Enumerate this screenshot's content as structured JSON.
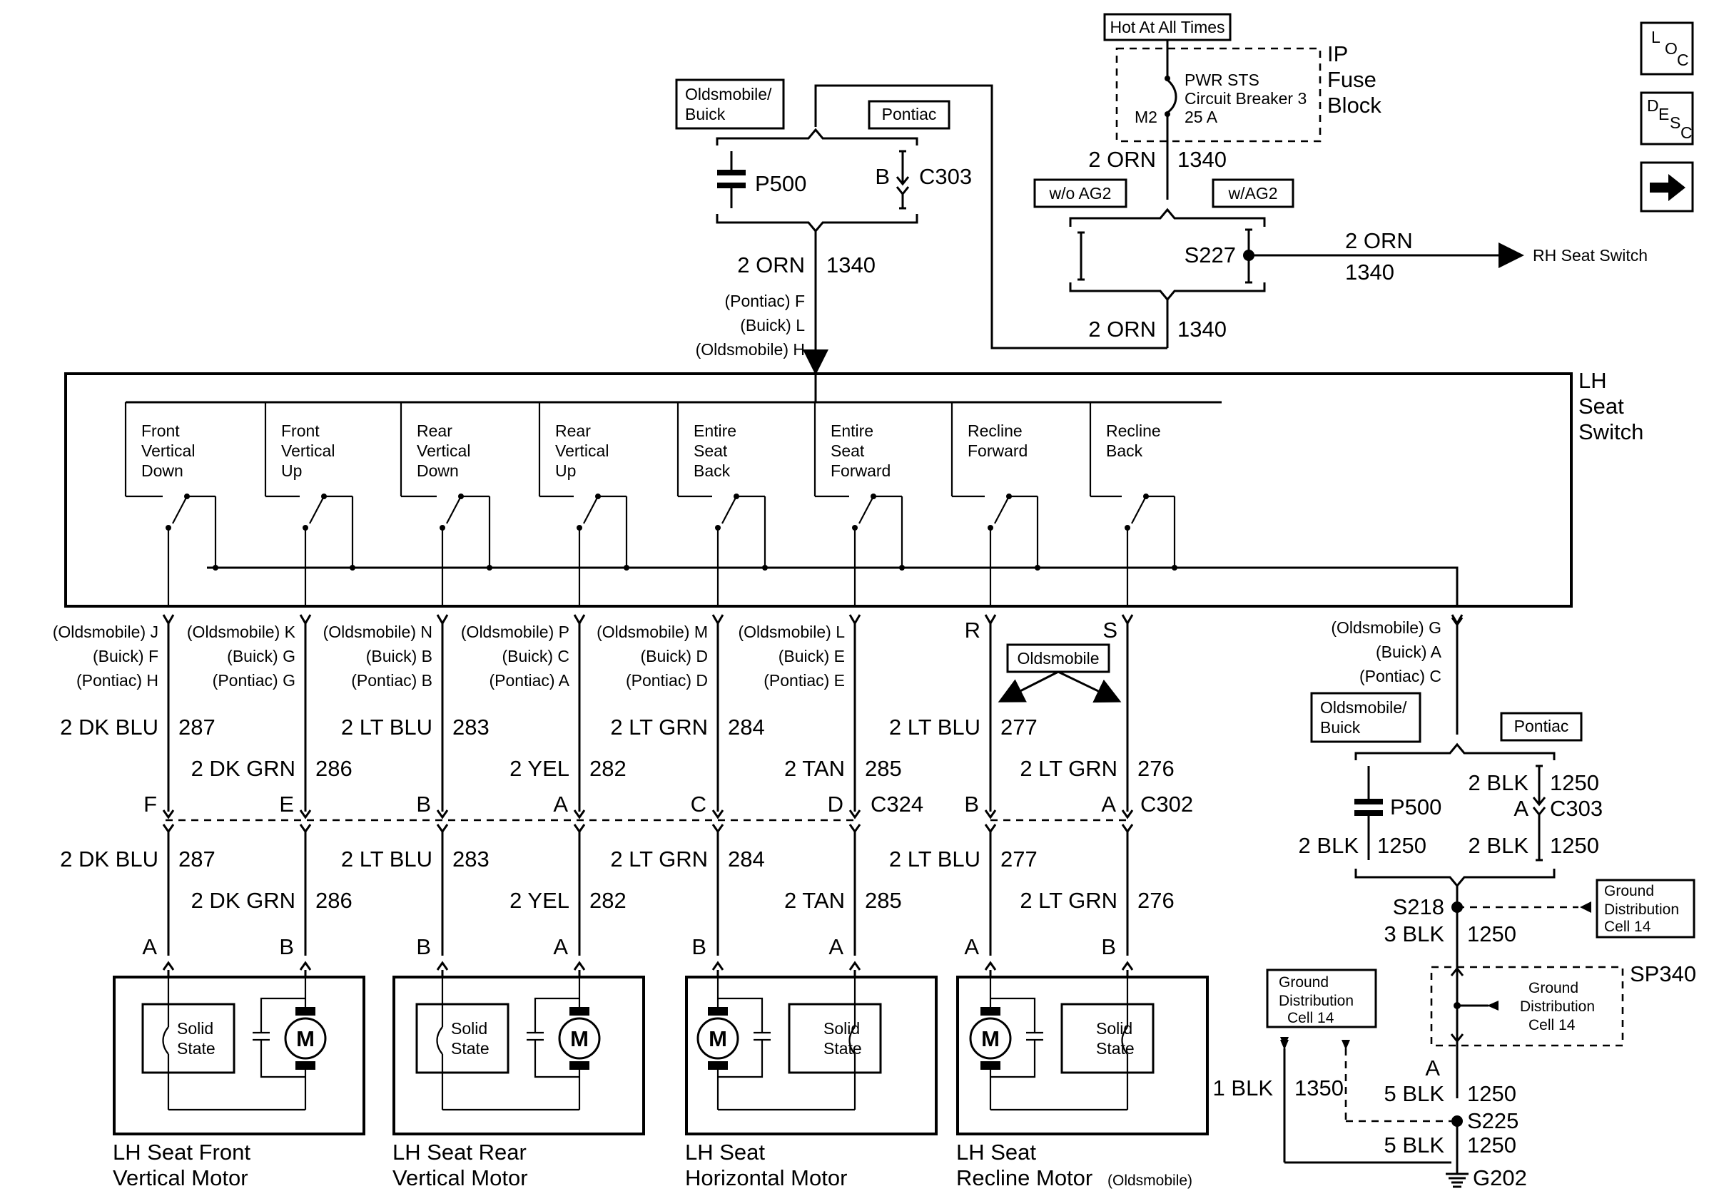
{
  "top": {
    "hot_label": "Hot At All Times",
    "breaker": [
      "PWR STS",
      "Circuit Breaker 3",
      "25 A"
    ],
    "breaker_terminal": "M2",
    "fuse_block": [
      "IP",
      "Fuse",
      "Block"
    ],
    "wire_orn": "2 ORN",
    "circuit_1340": "1340",
    "wo_ag2": "w/o AG2",
    "w_ag2": "w/AG2",
    "splice_s227": "S227",
    "rh_seat_switch": "RH Seat Switch",
    "olds_buick": [
      "Oldsmobile/",
      "Buick"
    ],
    "pontiac": "Pontiac",
    "p500": "P500",
    "c303": "C303",
    "pin_b": "B",
    "switch_pins": [
      "(Pontiac) F",
      "(Buick) L",
      "(Oldsmobile) H"
    ]
  },
  "nav": {
    "loc": [
      "L",
      "O",
      "C"
    ],
    "desc": [
      "D",
      "E",
      "S",
      "C"
    ],
    "next_icon": "right-arrow-icon"
  },
  "lh_switch": {
    "label": [
      "LH",
      "Seat",
      "Switch"
    ],
    "positions": [
      [
        "Front",
        "Vertical",
        "Down"
      ],
      [
        "Front",
        "Vertical",
        "Up"
      ],
      [
        "Rear",
        "Vertical",
        "Down"
      ],
      [
        "Rear",
        "Vertical",
        "Up"
      ],
      [
        "Entire",
        "Seat",
        "Back"
      ],
      [
        "Entire",
        "Seat",
        "Forward"
      ],
      [
        "Recline",
        "Forward"
      ],
      [
        "Recline",
        "Back"
      ]
    ]
  },
  "pins": [
    [
      "(Oldsmobile) J",
      "(Buick) F",
      "(Pontiac) H"
    ],
    [
      "(Oldsmobile) K",
      "(Buick) G",
      "(Pontiac) G"
    ],
    [
      "(Oldsmobile) N",
      "(Buick) B",
      "(Pontiac) B"
    ],
    [
      "(Oldsmobile) P",
      "(Buick) C",
      "(Pontiac) A"
    ],
    [
      "(Oldsmobile) M",
      "(Buick) D",
      "(Pontiac) D"
    ],
    [
      "(Oldsmobile) L",
      "(Buick) E",
      "(Pontiac) E"
    ],
    [
      "R"
    ],
    [
      "S"
    ]
  ],
  "ground_pins": [
    "(Oldsmobile) G",
    "(Buick) A",
    "(Pontiac) C"
  ],
  "oldsmobile_tag": "Oldsmobile",
  "wires": [
    {
      "color": "2 DK BLU",
      "circuit": "287"
    },
    {
      "color": "2 DK GRN",
      "circuit": "286"
    },
    {
      "color": "2 LT BLU",
      "circuit": "283"
    },
    {
      "color": "2 YEL",
      "circuit": "282"
    },
    {
      "color": "2 LT GRN",
      "circuit": "284"
    },
    {
      "color": "2 TAN",
      "circuit": "285"
    },
    {
      "color": "2 LT BLU",
      "circuit": "277"
    },
    {
      "color": "2 LT GRN",
      "circuit": "276"
    }
  ],
  "connector_pins": [
    "F",
    "E",
    "B",
    "A",
    "C",
    "D",
    "B",
    "A"
  ],
  "c324": "C324",
  "c302": "C302",
  "motor_pins": [
    "A",
    "B",
    "B",
    "A",
    "B",
    "A",
    "A",
    "B"
  ],
  "motors": [
    {
      "name": [
        "LH Seat Front",
        "Vertical Motor"
      ],
      "extra": ""
    },
    {
      "name": [
        "LH Seat Rear",
        "Vertical Motor"
      ],
      "extra": ""
    },
    {
      "name": [
        "LH Seat",
        "Horizontal Motor"
      ],
      "extra": ""
    },
    {
      "name": [
        "LH Seat",
        "Recline Motor"
      ],
      "extra": "(Oldsmobile)"
    }
  ],
  "solid_state": [
    "Solid",
    "State"
  ],
  "motor_symbol": "M",
  "ground": {
    "olds_buick": [
      "Oldsmobile/",
      "Buick"
    ],
    "pontiac": "Pontiac",
    "blk_2": "2 BLK",
    "c_1250": "1250",
    "pin_a": "A",
    "c303": "C303",
    "p500": "P500",
    "s218": "S218",
    "blk_3": "3 BLK",
    "gdc14": [
      "Ground",
      "Distribution",
      "Cell 14"
    ],
    "sp340": "SP340",
    "blk_5": "5 BLK",
    "blk_1": "1 BLK",
    "c_1350": "1350",
    "s225": "S225",
    "g202": "G202"
  }
}
